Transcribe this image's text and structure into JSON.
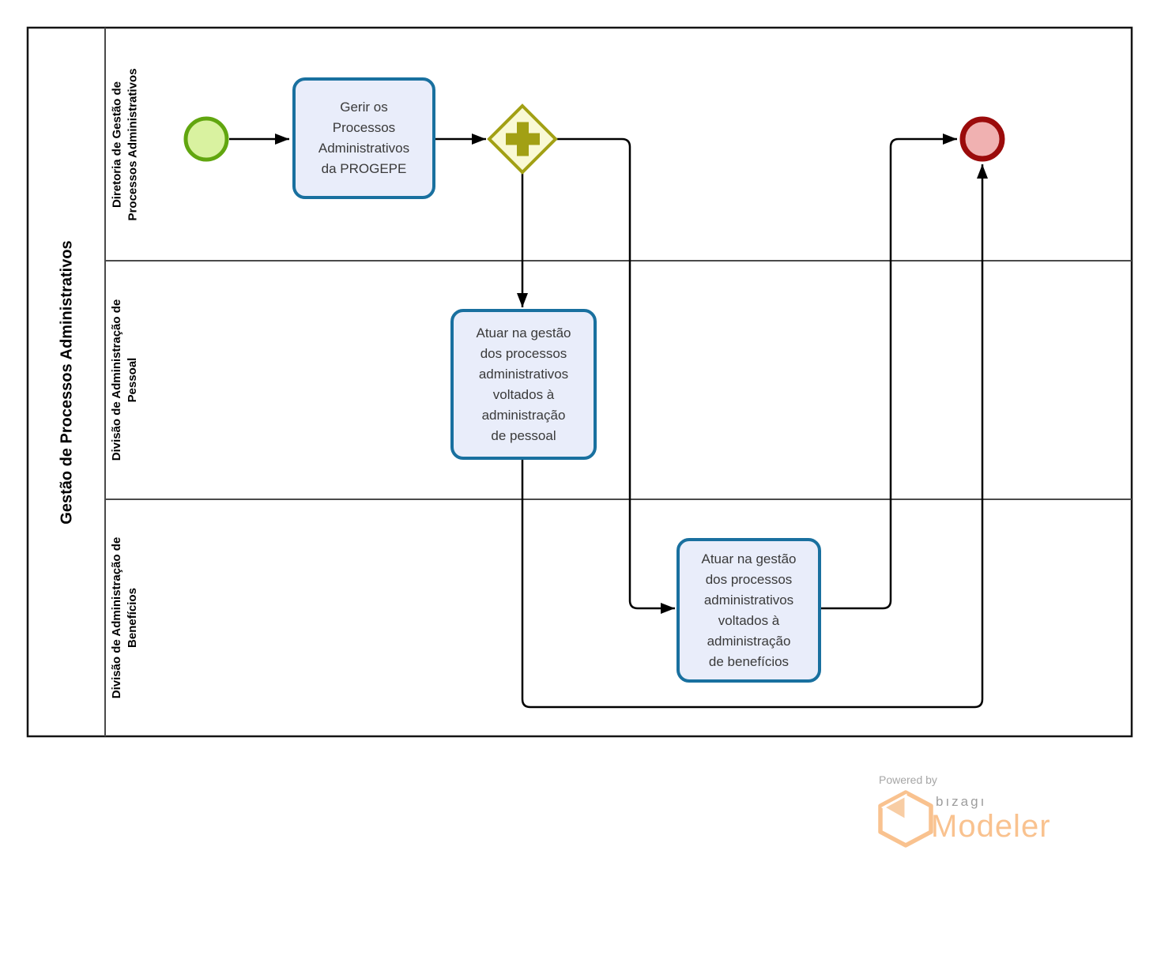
{
  "pool": {
    "title": "Gestão de Processos Administrativos",
    "lanes": [
      {
        "label": "Diretoria de Gestão de\nProcessos Administrativos"
      },
      {
        "label": "Divisão de Administração de\nPessoal"
      },
      {
        "label": "Divisão de Administração de\nBenefícios"
      }
    ]
  },
  "process": {
    "tasks": [
      {
        "id": "task-gerir",
        "lane": 0,
        "label": "Gerir os\nProcessos\nAdministrativos\nda PROGEPE"
      },
      {
        "id": "task-pessoal",
        "lane": 1,
        "label": "Atuar na gestão\ndos processos\nadministrativos\nvoltados à\nadministração\nde pessoal"
      },
      {
        "id": "task-beneficios",
        "lane": 2,
        "label": "Atuar na gestão\ndos processos\nadministrativos\nvoltados à\nadministração\nde benefícios"
      }
    ],
    "events": [
      {
        "id": "start-event",
        "type": "start",
        "lane": 0
      },
      {
        "id": "end-event",
        "type": "end",
        "lane": 0
      }
    ],
    "gateways": [
      {
        "id": "parallel-gateway",
        "type": "parallel",
        "lane": 0
      }
    ],
    "flows": [
      {
        "from": "start-event",
        "to": "task-gerir"
      },
      {
        "from": "task-gerir",
        "to": "parallel-gateway"
      },
      {
        "from": "parallel-gateway",
        "to": "task-pessoal"
      },
      {
        "from": "parallel-gateway",
        "to": "task-beneficios"
      },
      {
        "from": "task-beneficios",
        "to": "end-event"
      },
      {
        "from": "task-pessoal",
        "to": "end-event"
      }
    ],
    "colors": {
      "start_fill": "#d9f2a0",
      "start_stroke": "#61a60f",
      "task_fill": "#e9edfa",
      "task_stroke": "#19709f",
      "gateway_fill": "#f9f9d4",
      "gateway_stroke": "#a2a014",
      "end_fill": "#f0b1b1",
      "end_stroke": "#9b0b0b",
      "flow_line": "#000000",
      "lane_line": "#4a4a4a"
    }
  },
  "footer": {
    "powered_by": "Powered by",
    "brand": "bızagı",
    "product": "Modeler",
    "brand_orange": "#f9c28f",
    "brand_gray": "#9d9d9d"
  }
}
